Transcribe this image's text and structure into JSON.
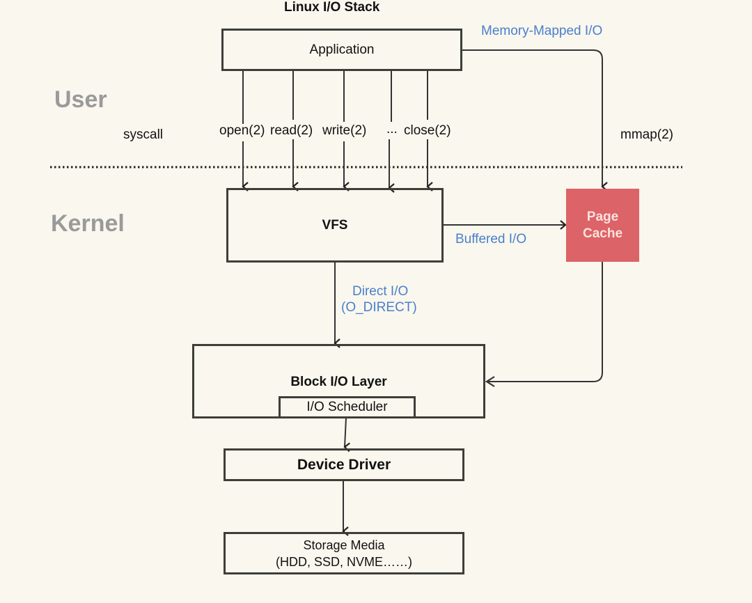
{
  "title": "Linux I/O Stack",
  "zones": {
    "user": "User",
    "kernel": "Kernel"
  },
  "labels": {
    "syscall": "syscall",
    "mmap": "mmap(2)",
    "memory_mapped_io": "Memory-Mapped I/O",
    "buffered_io": "Buffered I/O",
    "direct_io_line1": "Direct I/O",
    "direct_io_line2": "(O_DIRECT)"
  },
  "syscalls": [
    "open(2)",
    "read(2)",
    "write(2)",
    "...",
    "close(2)"
  ],
  "boxes": {
    "application": "Application",
    "vfs": "VFS",
    "page_cache_line1": "Page",
    "page_cache_line2": "Cache",
    "block_io_layer": "Block I/O Layer",
    "io_scheduler": "I/O Scheduler",
    "device_driver": "Device Driver",
    "storage_media_line1": "Storage Media",
    "storage_media_line2": "(HDD, SSD, NVME……)"
  },
  "colors": {
    "background": "#f9f7ee",
    "page_cache": "#dc6367",
    "annotation_blue": "#4a7fcb",
    "zone_gray": "#9a9a9a"
  }
}
